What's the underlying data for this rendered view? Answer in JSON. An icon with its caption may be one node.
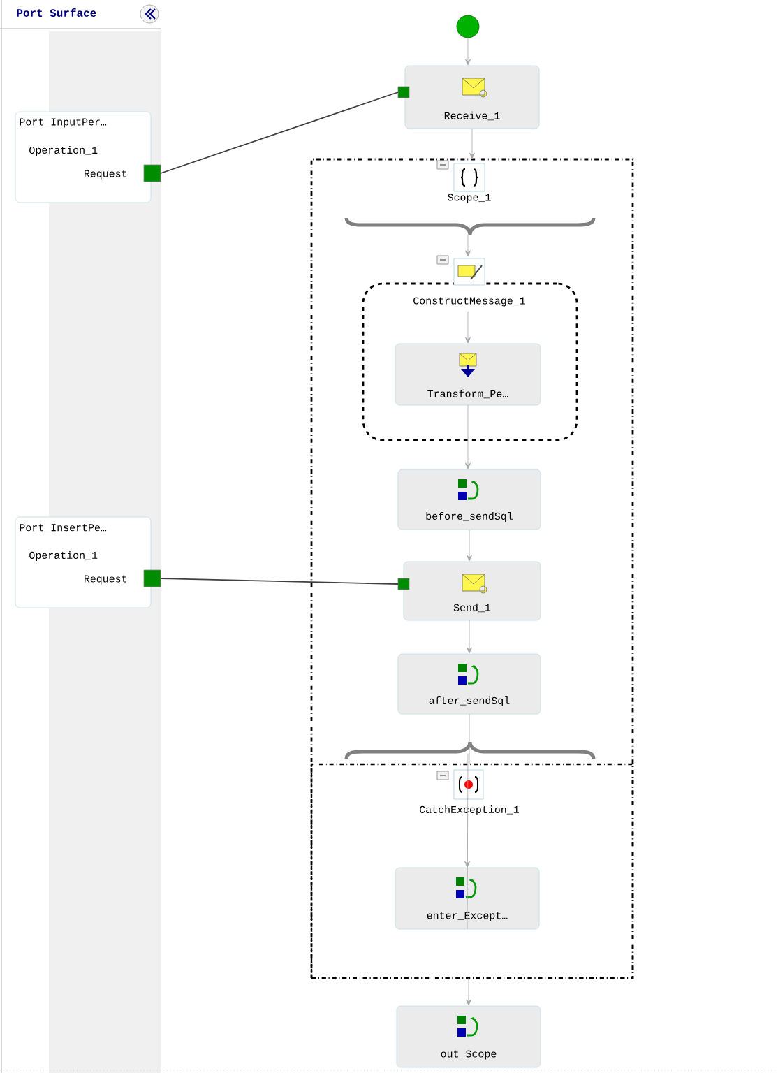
{
  "diagram": {
    "nodes": [
      {
        "text": [
          "Port_InputPer…",
          "Operation_1",
          "Request"
        ]
      },
      {
        "text": [
          "Port_InsertPe…",
          "Operation_1",
          "Request"
        ]
      },
      {
        "text": [],
        "shape": "circle"
      },
      {
        "text": [
          "Receive_1"
        ]
      },
      {
        "text": [
          "Scope_1"
        ]
      },
      {
        "text": [
          "ConstructMessage_1"
        ],
        "in": 4
      },
      {
        "text": [
          "Transform_Pe…"
        ],
        "in": 5
      },
      {
        "text": [
          "before_sendSql"
        ],
        "in": 4
      },
      {
        "text": [
          "Send_1"
        ],
        "in": 4
      },
      {
        "text": [
          "after_sendSql"
        ],
        "in": 4
      },
      {
        "text": [
          "CatchException_1"
        ],
        "in": 4
      },
      {
        "text": [
          "enter_Except…"
        ],
        "in": 10
      },
      {
        "text": [
          "out_Scope"
        ]
      }
    ],
    "edges": [
      {
        "from": 2,
        "to": 3,
        "arrow": "to"
      },
      {
        "from": 3,
        "to": 4,
        "arrow": "to"
      },
      {
        "from": null,
        "to": 5,
        "arrow": "to"
      },
      {
        "from": 5,
        "to": 6,
        "arrow": "to"
      },
      {
        "from": 6,
        "to": 7,
        "arrow": "to"
      },
      {
        "from": 7,
        "to": 8,
        "arrow": "to"
      },
      {
        "from": 8,
        "to": 9,
        "arrow": "to"
      },
      {
        "from": 9,
        "to": 10,
        "arrow": "none"
      },
      {
        "from": 10,
        "to": 11,
        "arrow": "to"
      },
      {
        "from": 11,
        "to": null,
        "arrow": "none"
      },
      {
        "from": 4,
        "to": 12,
        "arrow": "to"
      },
      {
        "from": 0,
        "to": 3,
        "arrow": "none",
        "color": "#404040"
      },
      {
        "from": 1,
        "to": 8,
        "arrow": "none",
        "color": "#404040"
      }
    ],
    "labels": [
      "Port Surface"
    ]
  }
}
